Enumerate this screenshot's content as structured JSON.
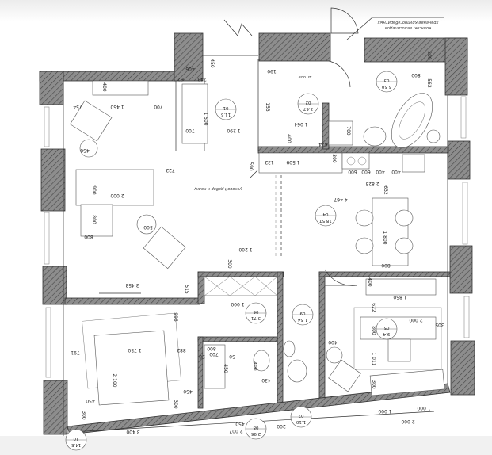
{
  "colors": {
    "wall_fill": "#8a8a8a",
    "line": "#333333",
    "background": "#ffffff"
  },
  "annotations": {
    "storage_note_1": "хранение крупногабаритных",
    "storage_note_2": "колясок, велосипедов",
    "curtain": "штора",
    "corner_note": "угловой добор к полку"
  },
  "rooms": [
    {
      "number": "01",
      "area": "11.5"
    },
    {
      "number": "02",
      "area": "3.67"
    },
    {
      "number": "03",
      "area": "6.50"
    },
    {
      "number": "04",
      "area": "18.57"
    },
    {
      "number": "05",
      "area": "9.4"
    },
    {
      "number": "06",
      "area": "3.71"
    },
    {
      "number": "07",
      "area": "1.10"
    },
    {
      "number": "08",
      "area": "2.96"
    },
    {
      "number": "09",
      "area": "1.54"
    },
    {
      "number": "10",
      "area": "14.5"
    }
  ],
  "dimensions": [
    "400",
    "1 450",
    "700",
    "754",
    "450",
    "900",
    "2 000",
    "800",
    "800",
    "500",
    "722",
    "1 500",
    "1 290",
    "700",
    "243",
    "62",
    "406",
    "450",
    "590",
    "190",
    "153",
    "1 064",
    "400",
    "624",
    "700",
    "800",
    "562",
    "200",
    "1 509",
    "132",
    "300",
    "600",
    "600",
    "400",
    "400",
    "2 825",
    "4 467",
    "632",
    "1 800",
    "800",
    "1 200",
    "300",
    "3 453",
    "515",
    "1 000",
    "996",
    "791",
    "1 750",
    "882",
    "2 100",
    "450",
    "450",
    "300",
    "300",
    "3 400",
    "800",
    "700",
    "50",
    "50",
    "450",
    "400",
    "430",
    "450",
    "2 007",
    "200",
    "400",
    "400",
    "1 850",
    "622",
    "2 000",
    "800",
    "305",
    "1 011",
    "300",
    "1 000",
    "1 000",
    "2 000"
  ]
}
